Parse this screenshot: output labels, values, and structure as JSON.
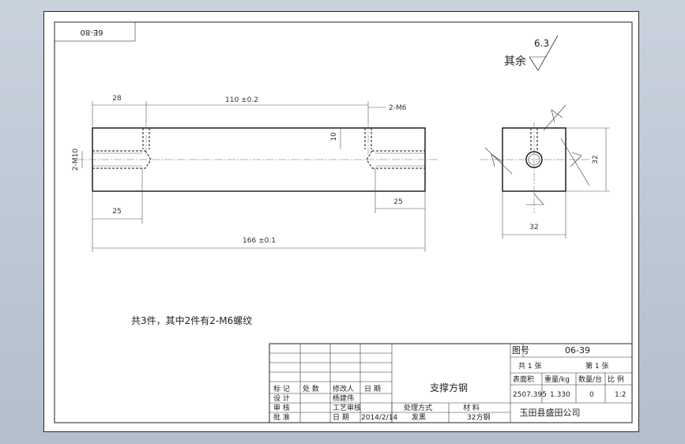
{
  "drawing_code": "6E-80",
  "roughness": {
    "label": "其余",
    "value": "6.3"
  },
  "front_view": {
    "dim_top_left": "28",
    "dim_top_center": "110 ±0.2",
    "dim_top_right": "2-M6",
    "dim_left_vertical": "2-M10",
    "dim_hole_vertical": "10",
    "dim_bottom_left": "25",
    "dim_bottom_right": "25",
    "dim_overall": "166 ±0.1"
  },
  "side_view": {
    "dim_height": "32",
    "dim_width": "32"
  },
  "note": "共3件，其中2件有2-M6螺纹",
  "title_block": {
    "header_labels": [
      "标 记",
      "处 数",
      "修改人",
      "日 期"
    ],
    "row_design": [
      "设 计",
      "",
      "杨建伟",
      ""
    ],
    "row_review": [
      "审 核",
      "",
      "工艺审核",
      ""
    ],
    "row_approve": [
      "批 准",
      "",
      "日 期",
      "2014/2/14"
    ],
    "part_name": "支撑方钢",
    "process_label": "处理方式",
    "process_value": "发黑",
    "material_label": "材 料",
    "material_value": "32方钢",
    "drawing_no_label": "图号",
    "drawing_no": "06-39",
    "sheets_total": "共 1 张",
    "sheet_current": "第 1 张",
    "headers_right": [
      "表面积",
      "重量/kg",
      "数量/台",
      "比 例"
    ],
    "values_right": [
      "2507.395",
      "1.330",
      "0",
      "1:2"
    ],
    "company": "玉田县盛田公司"
  }
}
